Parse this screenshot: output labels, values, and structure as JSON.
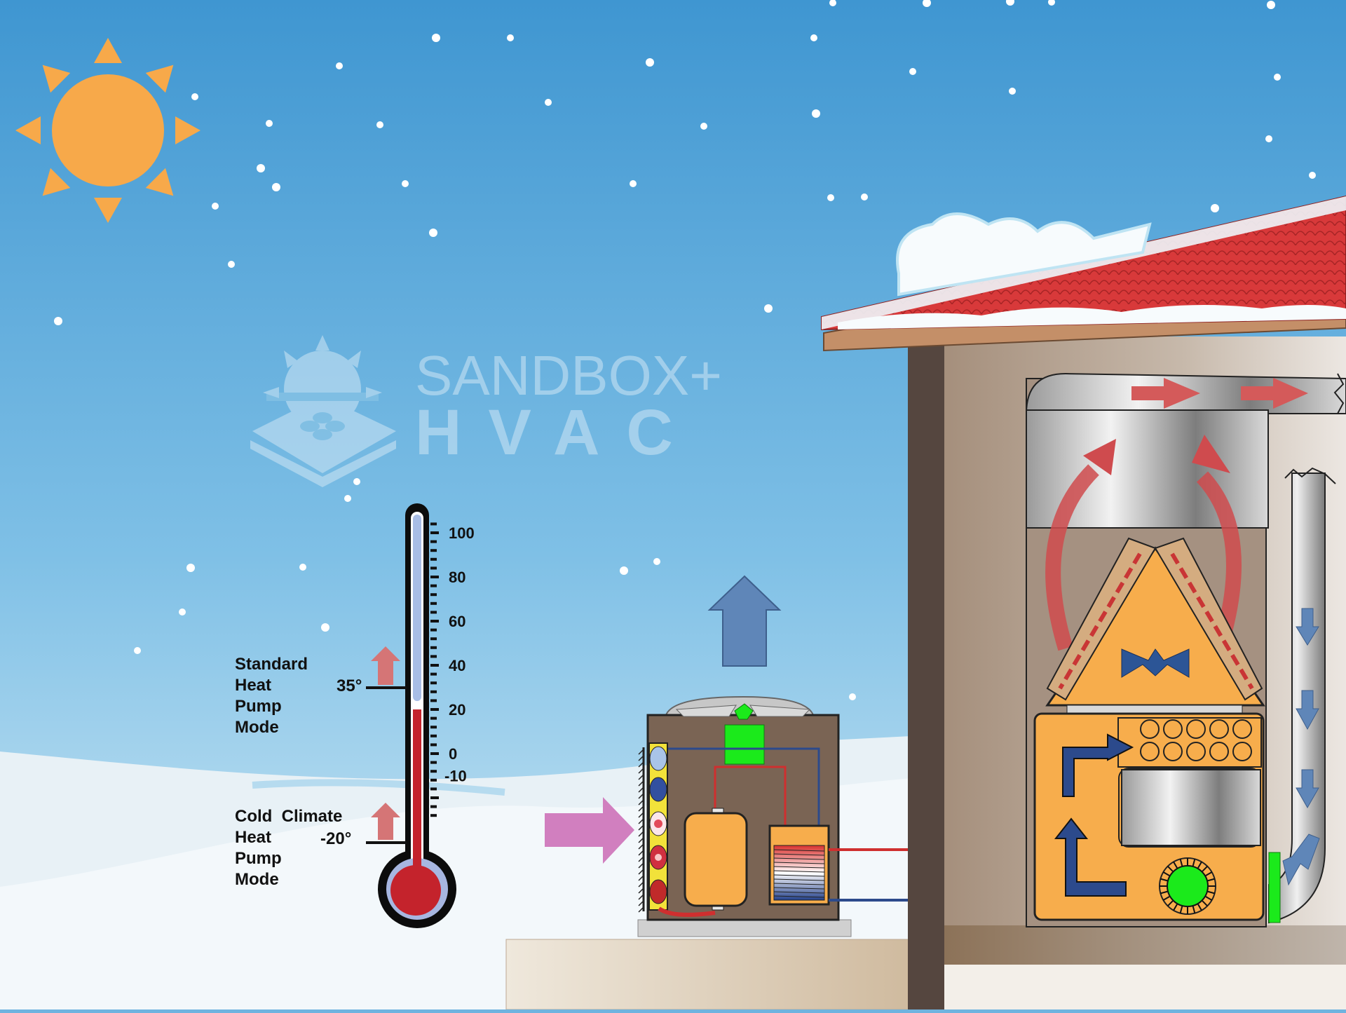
{
  "watermark": {
    "line1": "SANDBOX+",
    "line2": "HVAC"
  },
  "thermometer": {
    "scale_labels": [
      "100",
      "80",
      "60",
      "40",
      "20",
      "0",
      "-10"
    ],
    "fill_temp": 20,
    "markers": [
      {
        "temp": "35°",
        "label_lines": [
          "Standard",
          "Heat",
          "Pump",
          "Mode"
        ]
      },
      {
        "temp": "-20°",
        "label_lines": [
          "Cold  Climate",
          "Heat",
          "Pump",
          "Mode"
        ]
      }
    ]
  },
  "colors": {
    "sky_top": "#3f96d1",
    "sky_bottom": "#bfe0f0",
    "sun": "#f7a94a",
    "roof": "#d8393a",
    "unit_orange": "#f7ad4c",
    "hot_red": "#cf2f2f",
    "cold_blue": "#2c4a8c",
    "fan_green": "#1bea1b",
    "arrow_blue": "#5f86b8",
    "arrow_pink": "#d17fbf",
    "arrow_red": "#d45a5a",
    "thermometer_red": "#c4232c"
  },
  "icons": [
    "sun-icon",
    "snowflake-icon",
    "fan-icon",
    "arrow-icon"
  ]
}
